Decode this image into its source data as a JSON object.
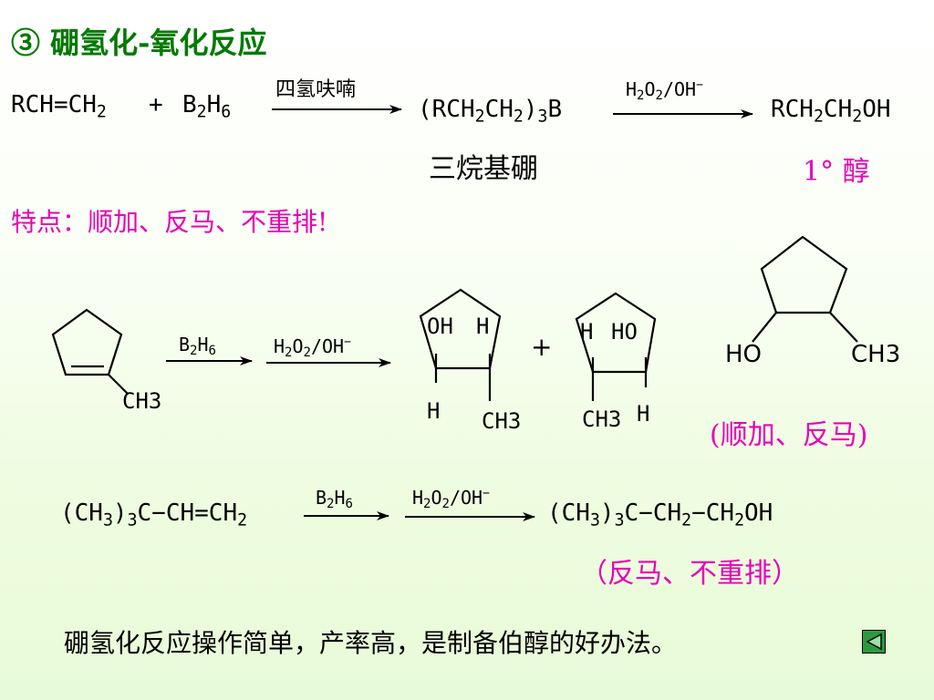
{
  "title": {
    "circle": "③",
    "text": "硼氢化-氧化反应"
  },
  "eq1": {
    "r1": "RCH=CH",
    "r1_sub": "2",
    "plus": "+",
    "r2_a": "B",
    "r2_sub1": "2",
    "r2_b": "H",
    "r2_sub2": "6",
    "cond1": "四氢呋喃",
    "mid_a": "(RCH",
    "mid_sub1": "2",
    "mid_b": "CH",
    "mid_sub2": "2",
    "mid_c": ")",
    "mid_sub3": "3",
    "mid_d": "B",
    "mid_name": "三烷基硼",
    "cond2_a": "H",
    "cond2_sub1": "2",
    "cond2_b": "O",
    "cond2_sub2": "2",
    "cond2_c": "/OH",
    "cond2_sup": "−",
    "prod_a": "RCH",
    "prod_sub1": "2",
    "prod_b": "CH",
    "prod_sub2": "2",
    "prod_c": "OH",
    "prod_name": "1° 醇"
  },
  "features": "特点：顺加、反马、不重排!",
  "eq2": {
    "reactant_sub": "CH3",
    "cond1_a": "B",
    "cond1_sub1": "2",
    "cond1_b": "H",
    "cond1_sub2": "6",
    "cond2_a": "H",
    "cond2_sub1": "2",
    "cond2_b": "O",
    "cond2_sub2": "2",
    "cond2_c": "/OH",
    "cond2_sup": "−",
    "p1_oh": "OH",
    "p1_h_top": "H",
    "p1_h_bottom": "H",
    "p1_ch3": "CH3",
    "plus": "+",
    "p2_h_top": "H",
    "p2_ho": "HO",
    "p2_ch3": "CH3",
    "p2_h_bottom": "H",
    "p3_ho": "HO",
    "p3_ch3": "CH3",
    "note": "(顺加、反马)"
  },
  "eq3": {
    "r_a": "(CH",
    "r_sub1": "3",
    "r_b": ")",
    "r_sub2": "3",
    "r_c": "C−CH=CH",
    "r_sub3": "2",
    "cond1_a": "B",
    "cond1_sub1": "2",
    "cond1_b": "H",
    "cond1_sub2": "6",
    "cond2_a": "H",
    "cond2_sub1": "2",
    "cond2_b": "O",
    "cond2_sub2": "2",
    "cond2_c": "/OH",
    "cond2_sup": "−",
    "p_a": "(CH",
    "p_sub1": "3",
    "p_b": ")",
    "p_sub2": "3",
    "p_c": "C−CH",
    "p_sub3": "2",
    "p_d": "−CH",
    "p_sub4": "2",
    "p_e": "OH",
    "note": "（反马、不重排）"
  },
  "summary": "硼氢化反应操作简单，产率高，是制备伯醇的好办法。",
  "nav": {
    "back_icon": "back-arrow-icon"
  },
  "colors": {
    "title": "#007a00",
    "highlight": "#e800b8",
    "nav": "#2c9a3c"
  }
}
